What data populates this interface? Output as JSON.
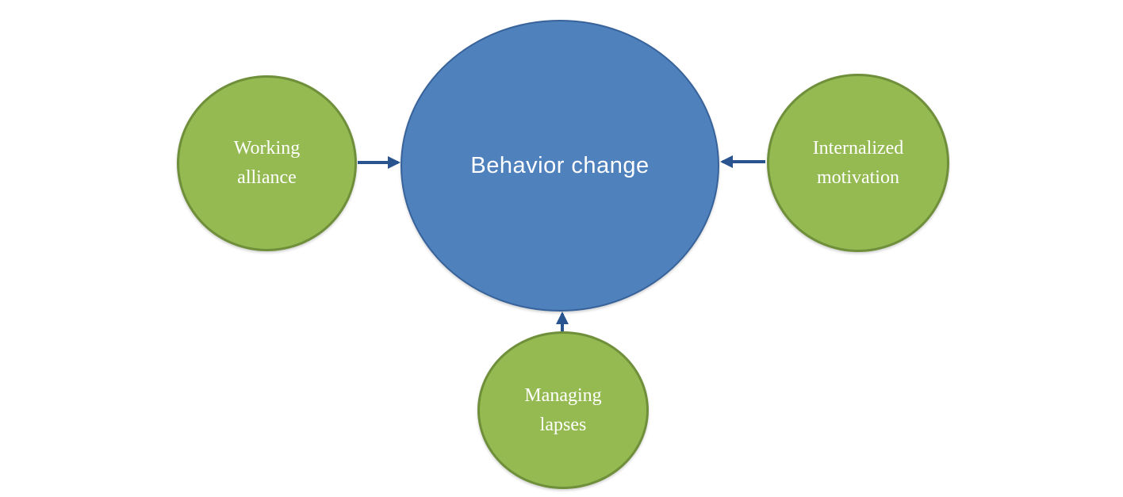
{
  "diagram": {
    "center": {
      "label": "Behavior change"
    },
    "satellites": [
      {
        "id": "working-alliance",
        "label": "Working\nalliance"
      },
      {
        "id": "internalized-motivation",
        "label": "Internalized\nmotivation"
      },
      {
        "id": "managing-lapses",
        "label": "Managing\nlapses"
      }
    ],
    "relations": [
      {
        "from": "working-alliance",
        "to": "behavior-change"
      },
      {
        "from": "internalized-motivation",
        "to": "behavior-change"
      },
      {
        "from": "managing-lapses",
        "to": "behavior-change"
      }
    ]
  },
  "colors": {
    "center_fill": "#4f81bd",
    "center_border": "#38639a",
    "node_fill": "#94ba51",
    "node_border": "#6f8f3b",
    "arrow": "#295490",
    "label_text": "#ffffff",
    "background": "#ffffff"
  }
}
